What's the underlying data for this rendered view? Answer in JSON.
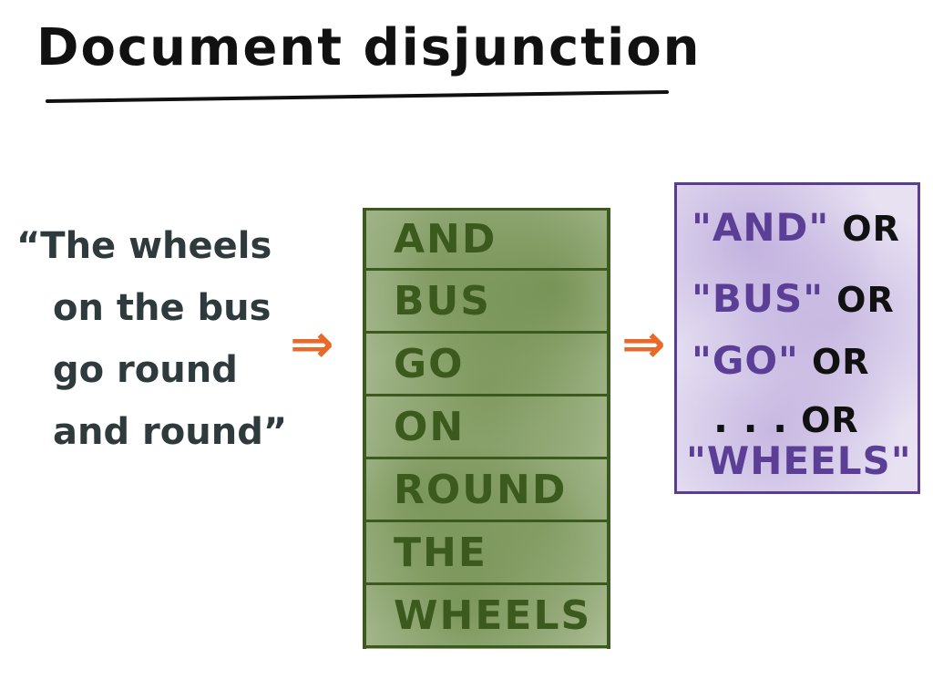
{
  "title": "Document disjunction",
  "quote": {
    "lines": [
      "“The wheels",
      "on the bus",
      "go round",
      "and round”"
    ]
  },
  "arrows": {
    "symbol": "⇒",
    "color": "#e8692a"
  },
  "terms": [
    "AND",
    "BUS",
    "GO",
    "ON",
    "ROUND",
    "THE",
    "WHEELS"
  ],
  "query": {
    "lines": [
      {
        "term": "\"AND\"",
        "op": "OR"
      },
      {
        "term": "\"BUS\"",
        "op": "OR"
      },
      {
        "term": "\"GO\"",
        "op": "OR"
      },
      {
        "term": ". . .",
        "op": "OR"
      },
      {
        "term": "\"WHEELS\"",
        "op": ""
      }
    ]
  },
  "colors": {
    "term_green": "#3d5a1e",
    "query_purple": "#5b3f97",
    "quote_gray": "#2f3a3d"
  }
}
